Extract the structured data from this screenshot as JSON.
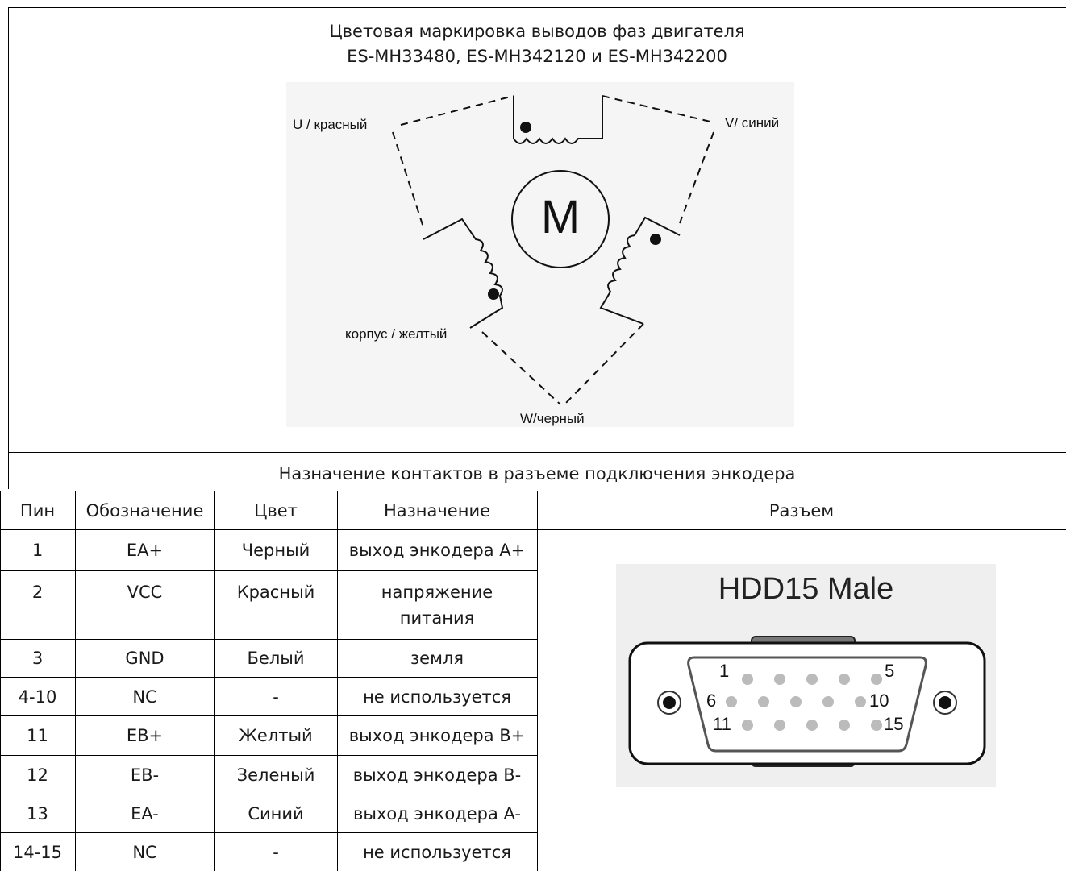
{
  "header": {
    "line1": "Цветовая маркировка выводов фаз двигателя",
    "line2": "ES-MH33480, ES-MH342120 и ES-MH342200"
  },
  "motor_diagram": {
    "center_label": "M",
    "label_u": "U / красный",
    "label_v": "V/ синий",
    "label_case": "корпус / желтый",
    "label_w": "W/черный"
  },
  "encoder_section": {
    "title": "Назначение контактов в разъеме подключения энкодера",
    "columns": [
      "Пин",
      "Обозначение",
      "Цвет",
      "Назначение",
      "Разъем"
    ],
    "rows": [
      {
        "pin": "1",
        "designation": "EA+",
        "color": "Черный",
        "purpose": "выход энкодера A+"
      },
      {
        "pin": "2",
        "designation": "VCC",
        "color": "Красный",
        "purpose": "напряжение питания"
      },
      {
        "pin": "3",
        "designation": "GND",
        "color": "Белый",
        "purpose": "земля"
      },
      {
        "pin": "4-10",
        "designation": "NC",
        "color": "-",
        "purpose": "не используется"
      },
      {
        "pin": "11",
        "designation": "EB+",
        "color": "Желтый",
        "purpose": "выход энкодера B+"
      },
      {
        "pin": "12",
        "designation": "EB-",
        "color": "Зеленый",
        "purpose": "выход энкодера B-"
      },
      {
        "pin": "13",
        "designation": "EA-",
        "color": "Синий",
        "purpose": "выход энкодера A-"
      },
      {
        "pin": "14-15",
        "designation": "NC",
        "color": "-",
        "purpose": "не используется"
      }
    ]
  },
  "connector": {
    "title": "HDD15 Male",
    "pin_labels": [
      "1",
      "5",
      "6",
      "10",
      "11",
      "15"
    ]
  }
}
